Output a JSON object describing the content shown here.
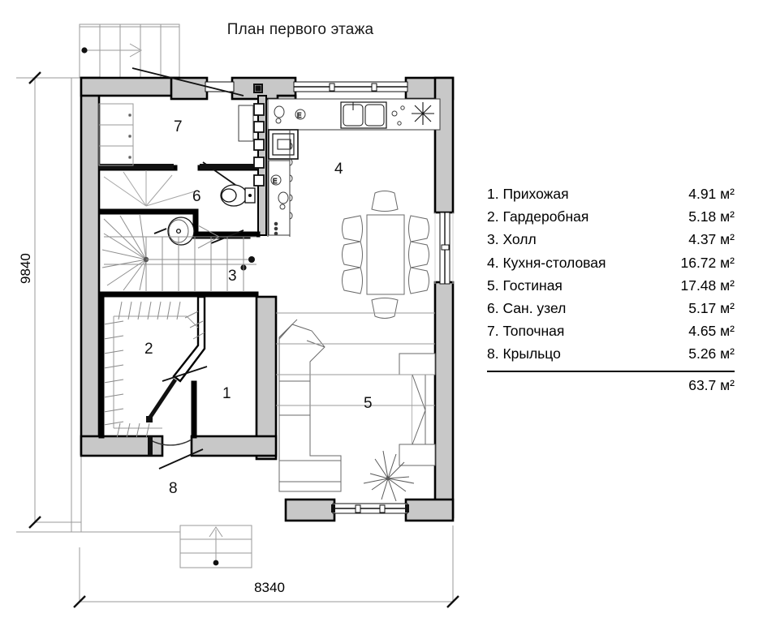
{
  "plan": {
    "title": "План первого этажа",
    "dimensions": {
      "vertical": "9840",
      "horizontal": "8340"
    },
    "room_numbers": {
      "r1": "1",
      "r2": "2",
      "r3": "3",
      "r4": "4",
      "r5": "5",
      "r6": "6",
      "r7": "7",
      "r8": "8"
    }
  },
  "legend": {
    "rows": [
      {
        "num": "1.",
        "name": "Прихожая",
        "label": "1. Прихожая",
        "area": "4.91 м²"
      },
      {
        "num": "2.",
        "name": "Гардеробная",
        "label": "2. Гардеробная",
        "area": "5.18 м²"
      },
      {
        "num": "3.",
        "name": "Холл",
        "label": "3. Холл",
        "area": "4.37 м²"
      },
      {
        "num": "4.",
        "name": "Кухня-столовая",
        "label": "4. Кухня-столовая",
        "area": "16.72 м²"
      },
      {
        "num": "5.",
        "name": "Гостиная",
        "label": "5. Гостиная",
        "area": "17.48 м²"
      },
      {
        "num": "6.",
        "name": "Сан. узел",
        "label": "6. Сан. узел",
        "area": "5.17 м²"
      },
      {
        "num": "7.",
        "name": "Топочная",
        "label": "7. Топочная",
        "area": "4.65 м²"
      },
      {
        "num": "8.",
        "name": "Крыльцо",
        "label": "8. Крыльцо",
        "area": "5.26 м²"
      }
    ],
    "total_area": "63.7 м²"
  },
  "colors": {
    "wall_fill": "#c8c8c8",
    "wall_stroke": "#000000",
    "background": "#ffffff",
    "furniture_stroke": "#3a3a3a",
    "dimension_line": "#9a9a9a"
  }
}
